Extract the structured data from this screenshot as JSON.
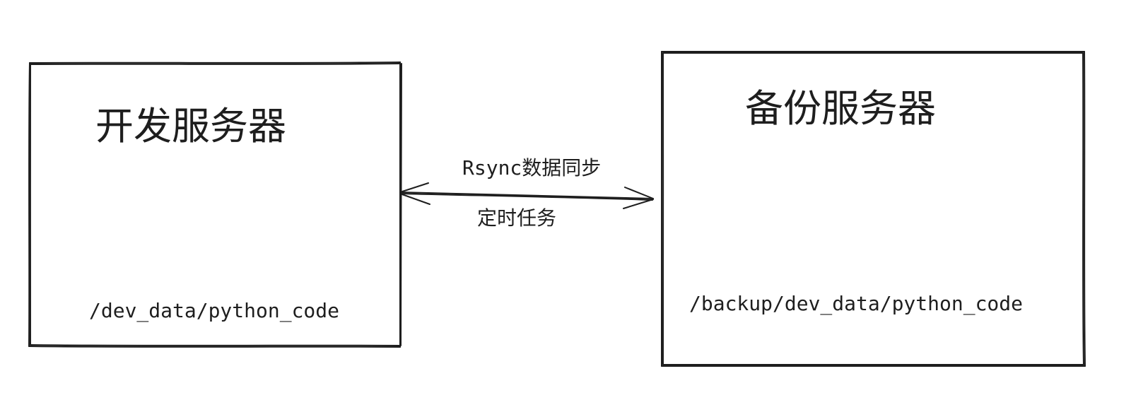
{
  "nodes": {
    "dev_server": {
      "title": "开发服务器",
      "path": "/dev_data/python_code"
    },
    "backup_server": {
      "title": "备份服务器",
      "path": "/backup/dev_data/python_code"
    }
  },
  "edge": {
    "label_top": "Rsync数据同步",
    "label_bottom": "定时任务"
  },
  "stroke_color": "#1e1e1e",
  "background_color": "#ffffff"
}
